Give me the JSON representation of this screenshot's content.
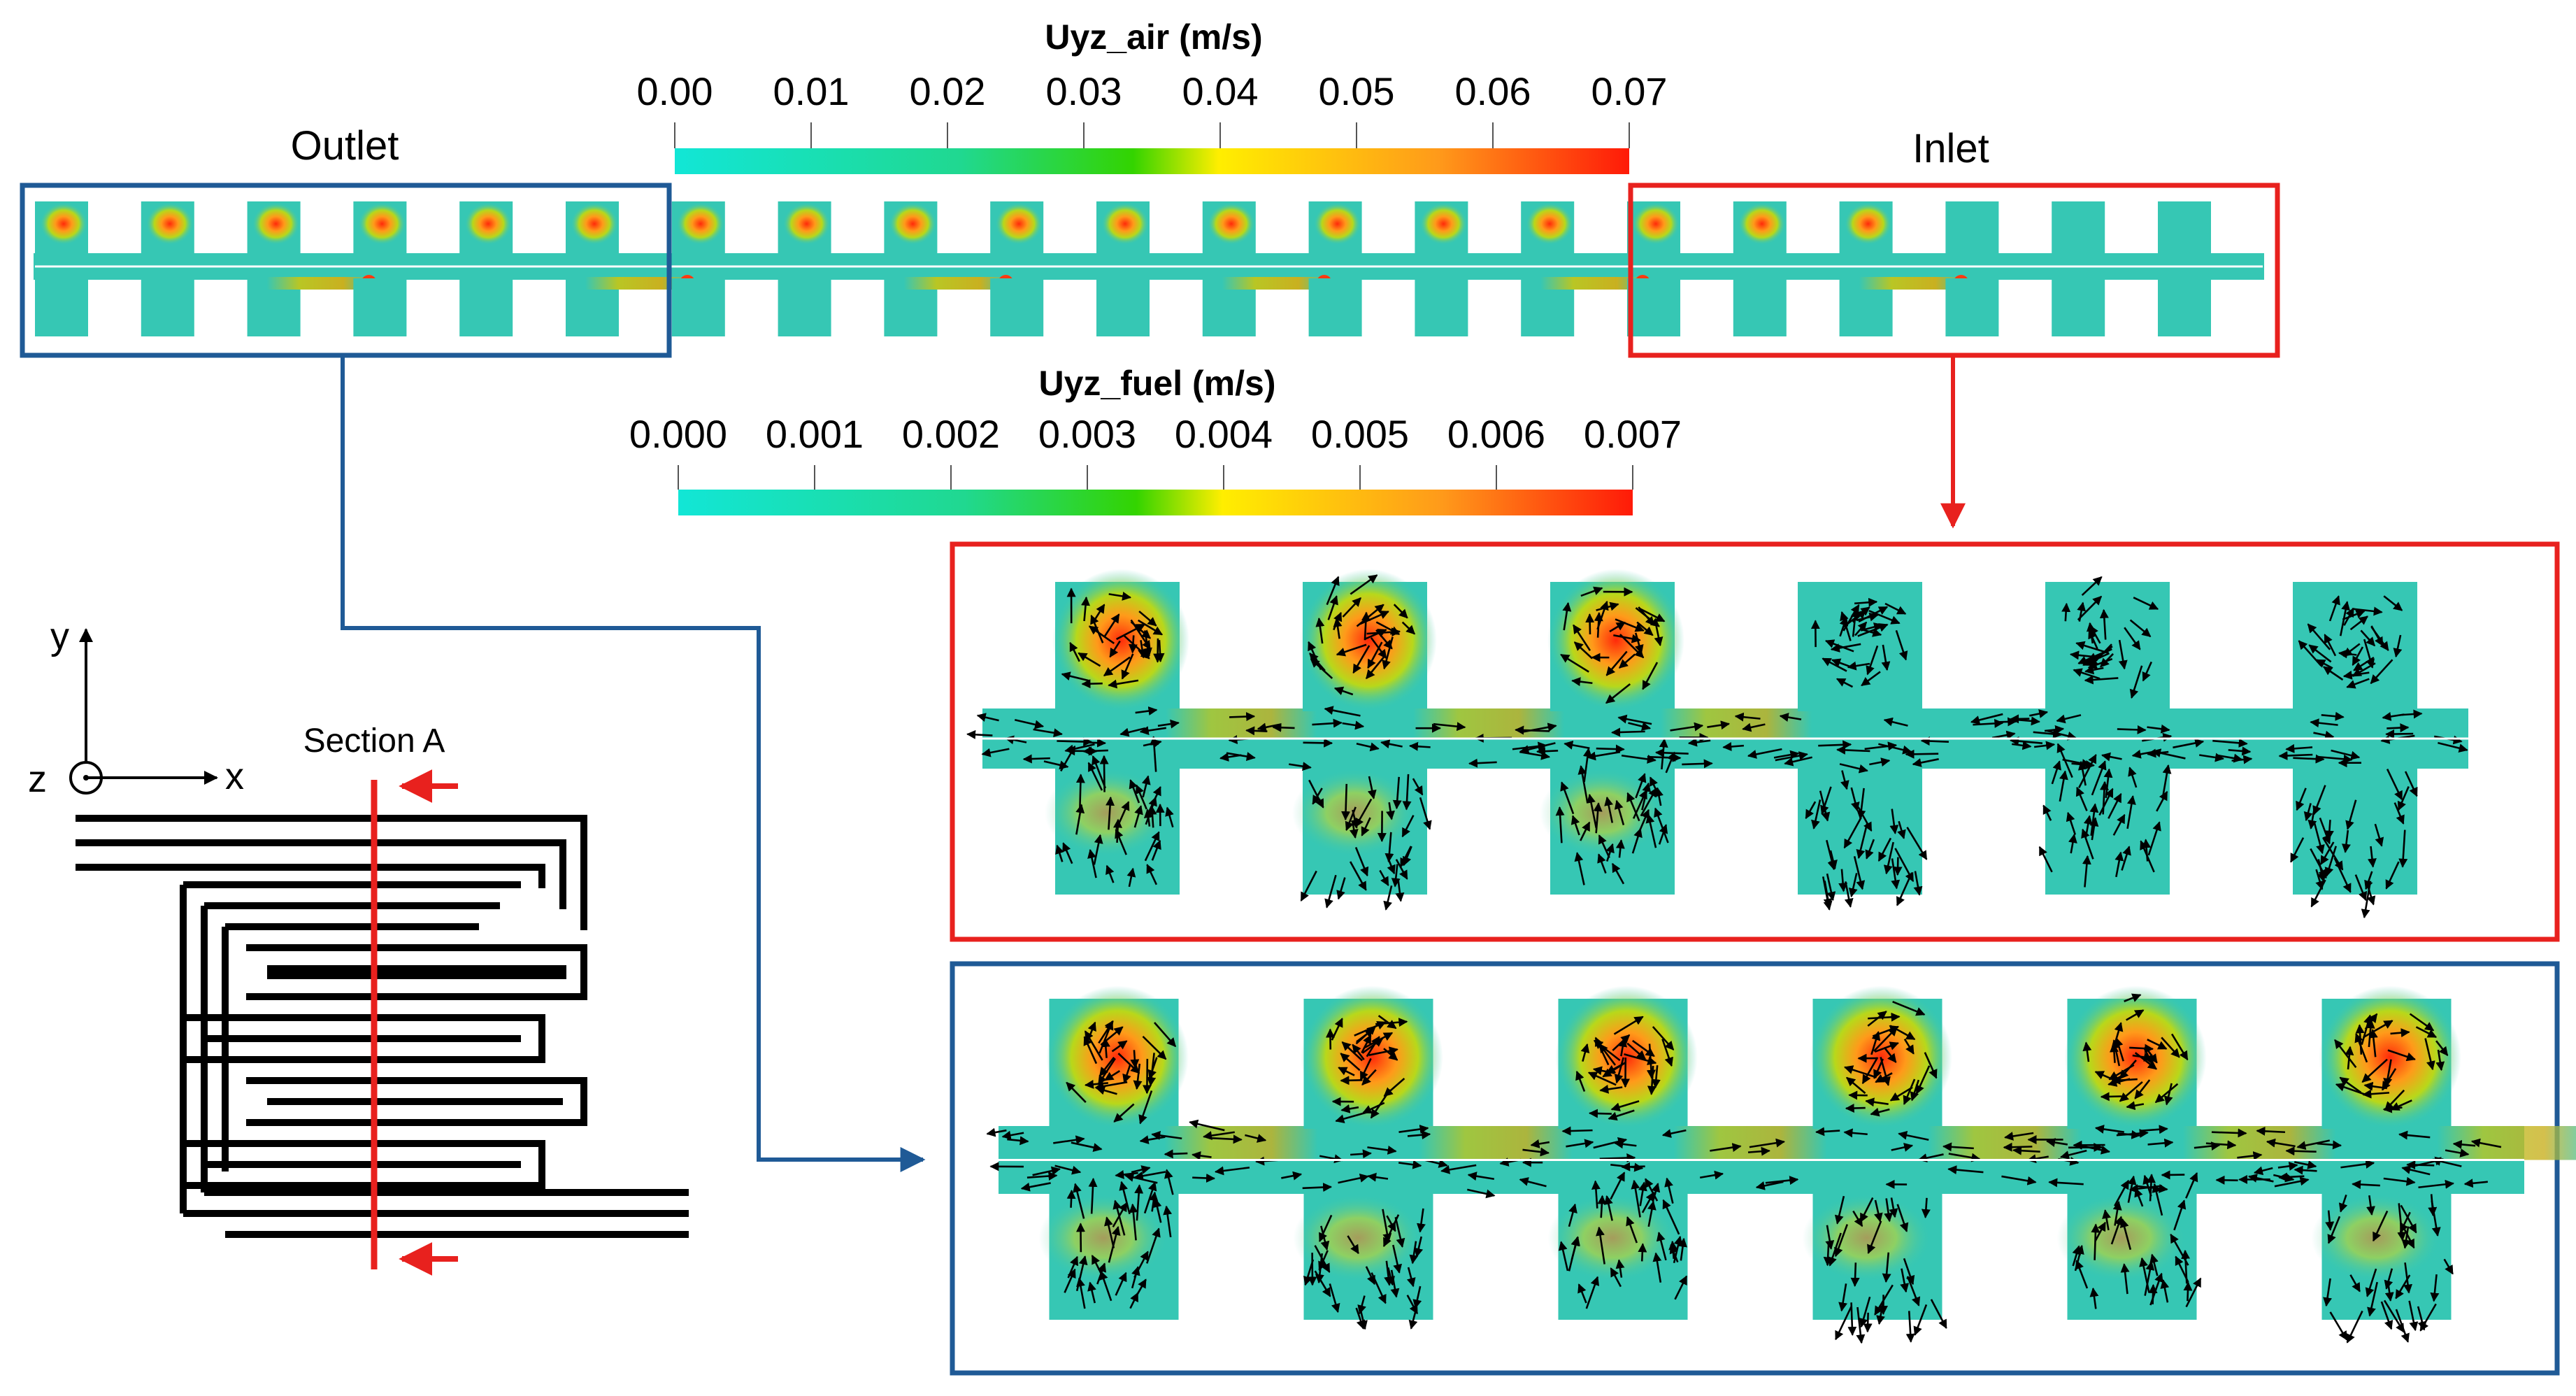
{
  "colorbars": {
    "air": {
      "title": "Uyz_air (m/s)",
      "ticks": [
        "0.00",
        "0.01",
        "0.02",
        "0.03",
        "0.04",
        "0.05",
        "0.06",
        "0.07"
      ],
      "range": [
        0,
        0.07
      ]
    },
    "fuel": {
      "title": "Uyz_fuel (m/s)",
      "ticks": [
        "0.000",
        "0.001",
        "0.002",
        "0.003",
        "0.004",
        "0.005",
        "0.006",
        "0.007"
      ],
      "range": [
        0,
        0.007
      ]
    },
    "colormap": [
      "#12e6d6",
      "#20d890",
      "#33d400",
      "#ffee00",
      "#ff9a1a",
      "#ff1a08"
    ]
  },
  "labels": {
    "outlet": "Outlet",
    "inlet": "Inlet",
    "section": "Section A",
    "axis_y": "y",
    "axis_x": "x",
    "axis_z": "z"
  },
  "colors": {
    "outlet_box": "#1f5a96",
    "inlet_box": "#e8211e",
    "channel_base": "#36c7b4",
    "arrow": "#000000",
    "serpentine": "#000000",
    "section_line": "#e8211e"
  },
  "strip": {
    "repeat_units": 21,
    "inlet_quiet_units": 3
  },
  "zoom_panels": {
    "units_each": 6
  }
}
